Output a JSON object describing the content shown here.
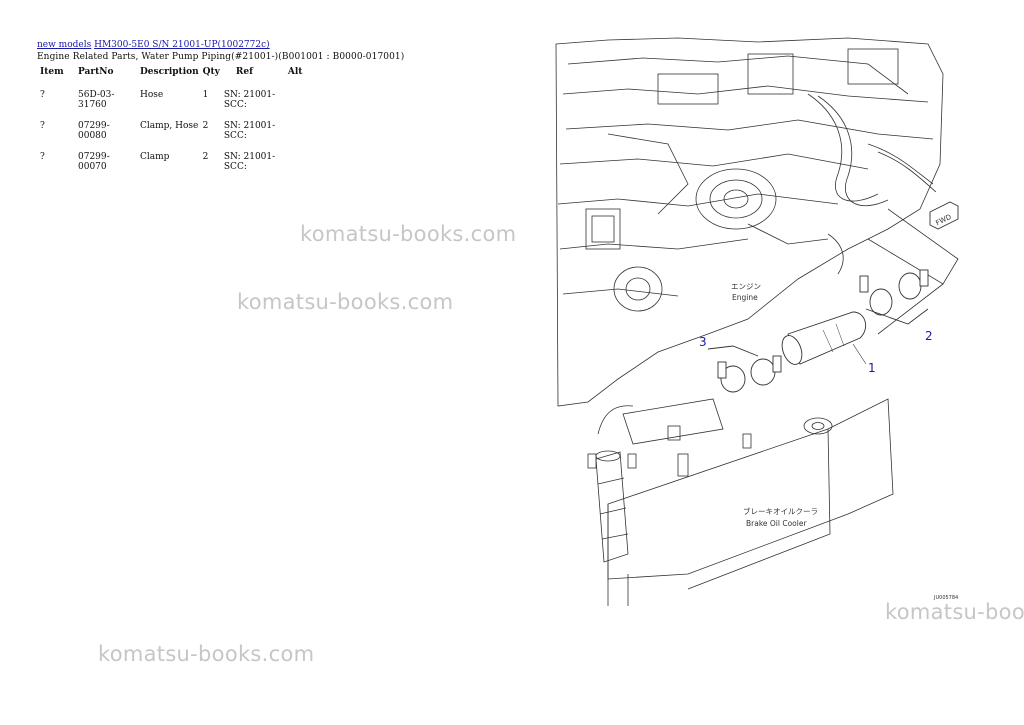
{
  "breadcrumb": {
    "link1": "new models",
    "link2": "HM300-5E0 S/N 21001-UP(1002772c)"
  },
  "page_title": "Engine Related Parts, Water Pump Piping(#21001-)(B001001 : B0000-017001)",
  "table": {
    "headers": {
      "item": "Item",
      "partno": "PartNo",
      "description": "Description",
      "qty": "Qty",
      "ref": "Ref",
      "alt": "Alt"
    },
    "rows": [
      {
        "item": "?",
        "partno": "56D-03-31760",
        "description": "Hose",
        "qty": "1",
        "ref": "SN: 21001-SCC:",
        "alt": ""
      },
      {
        "item": "?",
        "partno": "07299-00080",
        "description": "Clamp, Hose",
        "qty": "2",
        "ref": "SN: 21001-SCC:",
        "alt": ""
      },
      {
        "item": "?",
        "partno": "07299-00070",
        "description": "Clamp",
        "qty": "2",
        "ref": "SN: 21001-SCC:",
        "alt": ""
      }
    ]
  },
  "watermark": "komatsu-books.com",
  "diagram": {
    "callouts": [
      "1",
      "2",
      "3"
    ],
    "engine_label_jp": "エンジン",
    "engine_label": "Engine",
    "cooler_label_jp": "ブレーキオイルクーラ",
    "cooler_label": "Brake Oil Cooler",
    "fwd_label": "FWD",
    "figure_code": "JU005784",
    "accent": "#1a1aa8"
  }
}
